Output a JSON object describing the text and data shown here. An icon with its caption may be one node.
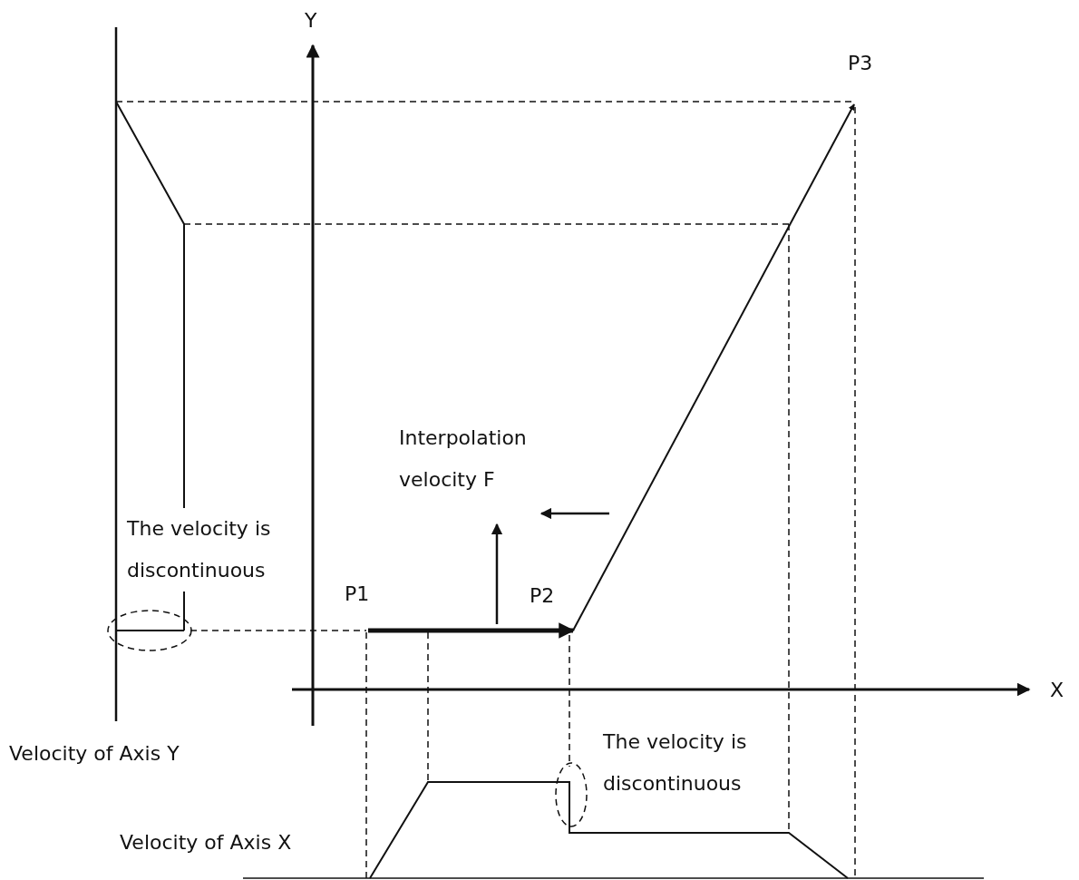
{
  "diagram": {
    "nodes": [
      {
        "text": [
          "P1"
        ]
      },
      {
        "text": [
          "P2"
        ]
      },
      {
        "text": [
          "P3"
        ]
      }
    ],
    "edges": [
      {
        "from": 0,
        "to": 1,
        "arrow": "to",
        "style": "thick"
      },
      {
        "from": 1,
        "to": 2,
        "arrow": "to"
      }
    ],
    "labels": [
      "Y",
      "Interpolation velocity F",
      "The velocity is discontinuous",
      "X",
      "Velocity of Axis Y",
      "The velocity is discontinuous",
      "Velocity of Axis X"
    ]
  }
}
